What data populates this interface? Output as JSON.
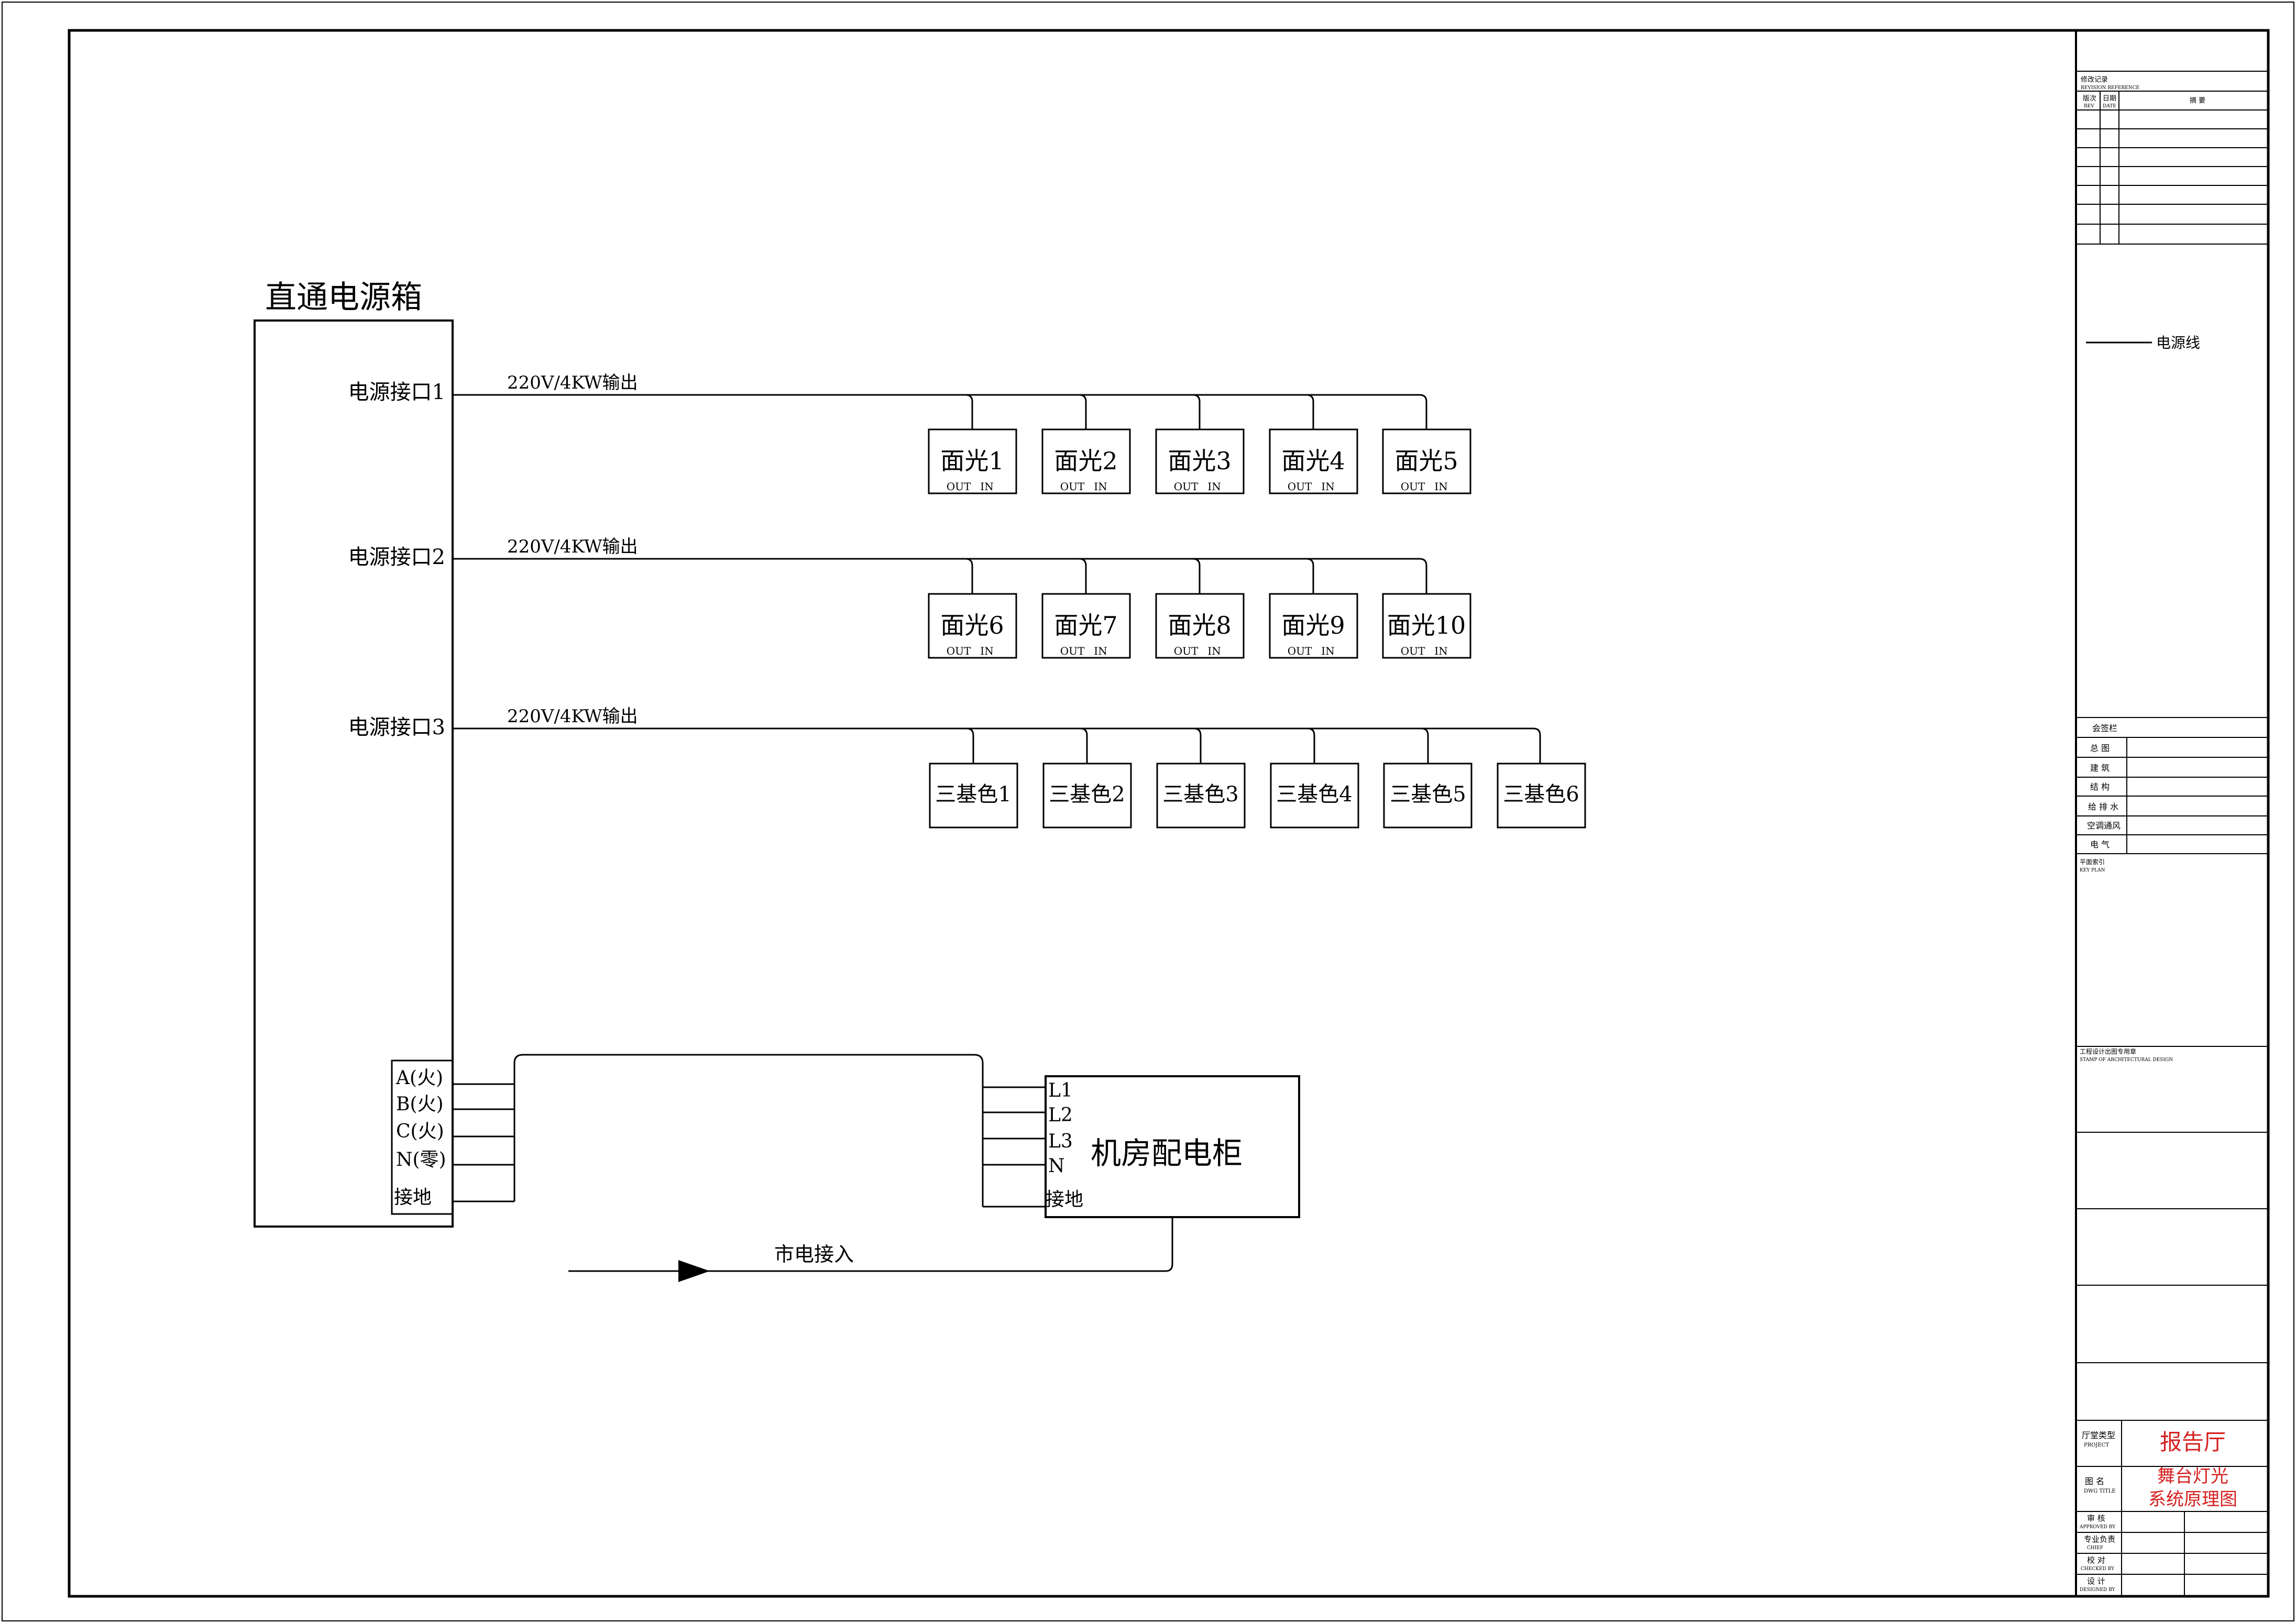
{
  "main": {
    "box_title": "直通电源箱",
    "ports": [
      {
        "label": "电源接口1",
        "wire_label": "220V/4KW输出"
      },
      {
        "label": "电源接口2",
        "wire_label": "220V/4KW输出"
      },
      {
        "label": "电源接口3",
        "wire_label": "220V/4KW输出"
      }
    ],
    "row1_fixtures": [
      "面光1",
      "面光2",
      "面光3",
      "面光4",
      "面光5"
    ],
    "row2_fixtures": [
      "面光6",
      "面光7",
      "面光8",
      "面光9",
      "面光10"
    ],
    "row3_fixtures": [
      "三基色1",
      "三基色2",
      "三基色3",
      "三基色4",
      "三基色5",
      "三基色6"
    ],
    "fixture_out": "OUT",
    "fixture_in": "IN",
    "box_terminals": [
      "A(火)",
      "B(火)",
      "C(火)",
      "N(零)",
      "接地"
    ],
    "cabinet_title": "机房配电柜",
    "cabinet_terminals": [
      "L1",
      "L2",
      "L3",
      "N",
      "接地"
    ],
    "mains_label": "市电接入"
  },
  "title_block": {
    "revision_title": "修改记录",
    "revision_title_en": "REVISION REFERENCE",
    "rev_col1": "版次",
    "rev_col1_en": "REV",
    "rev_col2": "日期",
    "rev_col2_en": "DATE",
    "rev_col3": "摘  要",
    "legend_label": "电源线",
    "signoff_title": "会签栏",
    "signoff_rows": [
      "总  图",
      "建  筑",
      "结  构",
      "给 排 水",
      "空调通风",
      "电  气"
    ],
    "keyplan": "平面索引",
    "keyplan_en": "KEY PLAN",
    "stamp": "工程设计出图专用章",
    "stamp_en": "STAMP OF ARCHITECTURAL DESIGN",
    "project_label": "厅堂类型",
    "project_label_en": "PROJECT",
    "project_value": "报告厅",
    "drawing_label": "图  名",
    "drawing_label_en": "DWG TITLE",
    "drawing_value_1": "舞台灯光",
    "drawing_value_2": "系统原理图",
    "approval_rows": [
      {
        "cn": "审  核",
        "en": "APPROVED BY"
      },
      {
        "cn": "专业负责",
        "en": "CHIEF"
      },
      {
        "cn": "校  对",
        "en": "CHECKED BY"
      },
      {
        "cn": "设  计",
        "en": "DESIGNED BY"
      }
    ]
  },
  "colors": {
    "line": "#000000",
    "accent": "#d42020"
  }
}
